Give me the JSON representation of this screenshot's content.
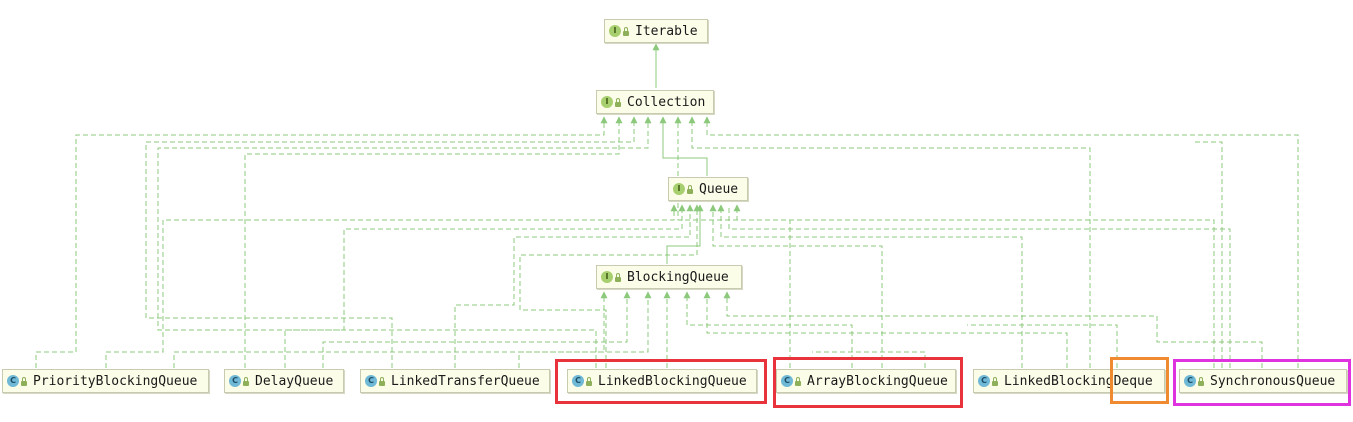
{
  "nodes": {
    "iterable": {
      "label": "Iterable",
      "kind": "interface"
    },
    "collection": {
      "label": "Collection",
      "kind": "interface"
    },
    "queue": {
      "label": "Queue",
      "kind": "interface"
    },
    "blocking_queue": {
      "label": "BlockingQueue",
      "kind": "interface"
    },
    "priority_blocking_queue": {
      "label": "PriorityBlockingQueue",
      "kind": "class"
    },
    "delay_queue": {
      "label": "DelayQueue",
      "kind": "class"
    },
    "linked_transfer_queue": {
      "label": "LinkedTransferQueue",
      "kind": "class"
    },
    "linked_blocking_queue": {
      "label": "LinkedBlockingQueue",
      "kind": "class"
    },
    "array_blocking_queue": {
      "label": "ArrayBlockingQueue",
      "kind": "class"
    },
    "linked_blocking_deque": {
      "label": "LinkedBlockingDeque",
      "kind": "class"
    },
    "synchronous_queue": {
      "label": "SynchronousQueue",
      "kind": "class"
    }
  },
  "badges": {
    "interface": "I",
    "class": "C"
  },
  "colors": {
    "edge": "#8cc97c",
    "node_fill": "#fcfde8",
    "highlight_red": "#e8333c",
    "highlight_orange": "#f08a30",
    "highlight_magenta": "#e033e0"
  }
}
